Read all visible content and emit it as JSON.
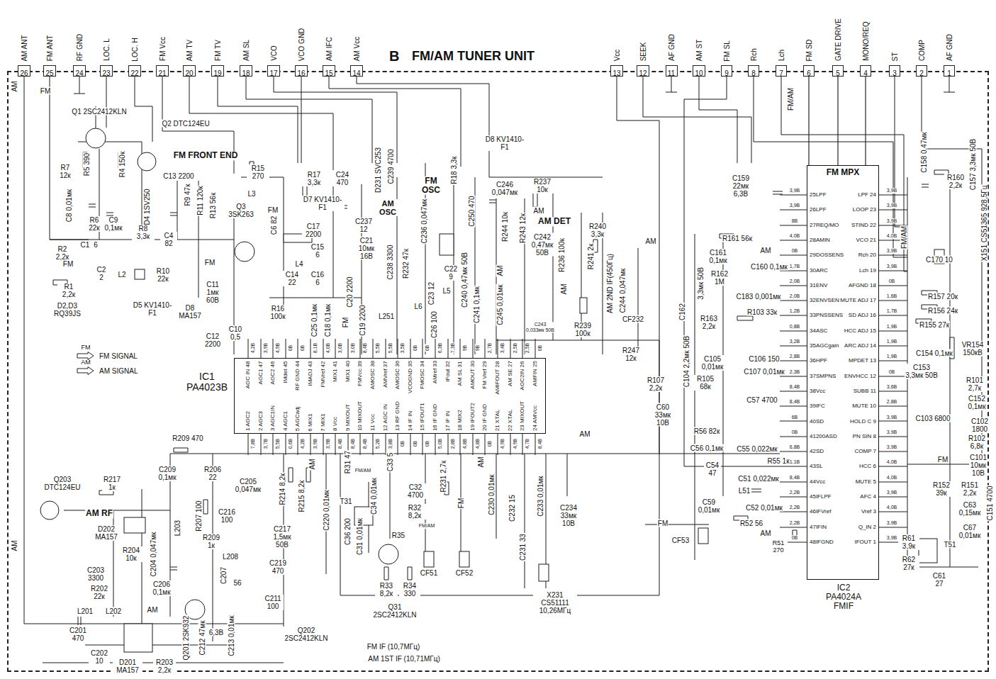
{
  "diagram": {
    "nodes": [
      {
        "text": [
          "B",
          "FM/AM TUNER UNIT"
        ]
      },
      {
        "text": [
          "26",
          "AM ANT"
        ]
      },
      {
        "text": [
          "25",
          "FM ANT"
        ]
      },
      {
        "text": [
          "24",
          "RF GND"
        ]
      },
      {
        "text": [
          "23",
          "LOC. L"
        ]
      },
      {
        "text": [
          "22",
          "LOC. H"
        ]
      },
      {
        "text": [
          "21",
          "FM Vcc"
        ]
      },
      {
        "text": [
          "20",
          "AM TV"
        ]
      },
      {
        "text": [
          "19",
          "FM TV"
        ]
      },
      {
        "text": [
          "18",
          "AM SL"
        ]
      },
      {
        "text": [
          "17",
          "VCO"
        ]
      },
      {
        "text": [
          "16",
          "VCO GND"
        ]
      },
      {
        "text": [
          "15",
          "AM IFC"
        ]
      },
      {
        "text": [
          "14",
          "AM Vcc"
        ]
      },
      {
        "text": [
          "13",
          "Vcc"
        ]
      },
      {
        "text": [
          "12",
          "SEEK"
        ]
      },
      {
        "text": [
          "11",
          "AF GND"
        ]
      },
      {
        "text": [
          "10",
          "AM ST"
        ]
      },
      {
        "text": [
          "9",
          "FM SL"
        ]
      },
      {
        "text": [
          "8",
          "Rch"
        ]
      },
      {
        "text": [
          "7",
          "Lch"
        ]
      },
      {
        "text": [
          "6",
          "FM SD"
        ]
      },
      {
        "text": [
          "5",
          "GATE DRIVE"
        ]
      },
      {
        "text": [
          "4",
          "MONO/REQ"
        ]
      },
      {
        "text": [
          "3",
          "ST"
        ]
      },
      {
        "text": [
          "2",
          "COMP"
        ]
      },
      {
        "text": [
          "1",
          "AF GND"
        ]
      },
      {
        "text": [
          "IC1 PA4023B"
        ],
        "in": 0
      },
      {
        "text": [
          "FM MPX",
          "IC2 PA4024A FMIF"
        ],
        "in": 0
      }
    ],
    "edges": [
      {
        "from": 21,
        "to": 28,
        "arrow": "none"
      },
      {
        "from": 22,
        "to": 28,
        "arrow": "none"
      },
      {
        "from": 23,
        "to": 28,
        "arrow": "none"
      }
    ],
    "labels": [
      "AGC IN 48",
      "AGC1 47",
      "AGC2 46",
      "IMdet 45",
      "RF GND 44",
      "IMADJ 43",
      "FMVref 42",
      "MIX1 41",
      "MIX1 40",
      "FMVcc 39",
      "AMOSC 38",
      "AMVref 37",
      "AMOSC 36",
      "VCOGND 35",
      "FMOSC 34",
      "AMref 33",
      "IFout 32",
      "AM SL 31",
      "AMOUT 30",
      "FM Vref 29",
      "AMIFOUT 28",
      "AM SE 27",
      "AGC2IN 26",
      "AMFIN 25",
      "1 AGC2",
      "2 AGC3",
      "3 AGC1IN",
      "4 AGC1",
      "5 AGCadj",
      "6 MIX1",
      "7 MIX1",
      "8 Vcc",
      "9 MIXOUT",
      "10 MIXOUT",
      "11 Vcc",
      "12 AGC IN",
      "13 RF GND",
      "14 IF IN",
      "15 IFOUT1",
      "16 IF GND",
      "17 IF IN",
      "18 MIX2",
      "19 IFOUT2",
      "20 IF GND",
      "21 XTAL",
      "22 XTAL",
      "23 MIXOUT",
      "24 AMVcc",
      "4,2В",
      "3,9В",
      "4,9В",
      "0В",
      "0В",
      "8,1В",
      "4,0В",
      "3,0В",
      "3,0В",
      "8,4В",
      "5,5В",
      "5,5В",
      "3,5В",
      "0В",
      "0В",
      "6,3В",
      "7,3В",
      "9В",
      "9В",
      "2,7В",
      "3,4В",
      "2,5В",
      "2,5В",
      "0В",
      "7,8В",
      "3,7В",
      "5,5В",
      "0,6В",
      "4,2В",
      "3,9В",
      "3,9В",
      "8,4В",
      "8,4В",
      "8,4В",
      "5,2В",
      "3,8В",
      "0В",
      "0В",
      "0В",
      "5,0В",
      "2,8В",
      "4,8В",
      "4,8В",
      "0В",
      "4,9В",
      "4,9В",
      "4,7В",
      "8,4В",
      "25LPF",
      "26LPF",
      "27REQ/MO",
      "28AMIN",
      "29DOSSENS",
      "30ARC",
      "31ENV",
      "32ENVSENS",
      "33PNSSENS",
      "34ASC",
      "35AGCgain",
      "36HPF",
      "37SMPNS",
      "38Vcc",
      "39IFC",
      "40SD",
      "41200ASD",
      "42SD",
      "43SL",
      "44Vcc",
      "45IFLPF",
      "46IFVref",
      "47IFIN",
      "48IFGND",
      "LPF 24",
      "LOOP 23",
      "STIND 22",
      "VCO 21",
      "Rch 20",
      "Lch 19",
      "AFGND 18",
      "MUTE ADJ 17",
      "SD ADJ 16",
      "HCC ADJ 15",
      "ARC ADJ 14",
      "MPDET 13",
      "ENVHCC 12",
      "SUBB 11",
      "MUTE 10",
      "HOLD C 9",
      "PN SIN 8",
      "COMP 7",
      "HCC 6",
      "MUTE 5",
      "AFC 4",
      "Vref 3",
      "Q_IN 2",
      "IFOUT 1",
      "3,9В",
      "3,9В",
      "8В",
      "4,0В",
      "0В",
      "1,7В",
      "2,0В",
      "2,0В",
      "1,2В",
      "0,8В",
      "3,2В",
      "2,8В",
      "2,3В",
      "8,4В",
      "8,4В",
      "6В",
      "0В",
      "6,8В",
      "1,1В",
      "8,4В",
      "2,2В",
      "2,2В",
      "2,2В",
      "0В",
      "3,9В",
      "3,9В",
      "3,9В",
      "4,0В",
      "3,9В",
      "3,9В",
      "0В",
      "1,6В",
      "1,7В",
      "1,9В",
      "1,9В",
      "1,9В",
      "0В",
      "3,6В",
      "2,8В",
      "3,9В",
      "3,9В",
      "3,9В",
      "4,0В",
      "4,0В",
      "3,9В",
      "4,0В",
      "3,9В",
      "3,9В",
      "AM",
      "FM",
      "Q1 2SC2412KLN",
      "Q2 DTC124EU",
      "FM FRONT END",
      "R7 12к",
      "R5 390",
      "R4 150к",
      "R15 270",
      "R17 3,3к",
      "D7 KV1410-F1",
      "C24 470",
      "D231 SVC253",
      "C239 4700",
      "AM OSC",
      "FM OSC",
      "D8 KV1410-F1",
      "R18 3,3к",
      "C250 470",
      "C246 0,047мк",
      "R237 10к",
      "AM",
      "AM DET",
      "R240 3,3к",
      "C8 0,01мк",
      "R6 22к",
      "C9 0,1мк",
      "D4 1SV250",
      "C13 2200",
      "R9 47к",
      "R11 120к",
      "R13 56к",
      "Q3 3SK263",
      "L3",
      "FM",
      "C6 82",
      "C17 2200",
      "C237 12",
      "C21 10мк 16В",
      "C236 0,047мк",
      "C15 6",
      "L4",
      "C14 22",
      "C16 6",
      "C20 2200",
      "R2 2,2к",
      "C1",
      "6",
      "FM",
      "C2 2",
      "L2",
      "R1 2,2к",
      "D2,D3 RQ39JS",
      "D5 KV1410-F1",
      "R8 3,3к",
      "C4 82",
      "R10 22к",
      "FM",
      "D8 MA157",
      "C11 1мк 60В",
      "R16 100к",
      "C12 2200",
      "C10 0,5",
      "C25 0,1мк",
      "C18 0,1мк",
      "FM",
      "C19 2200",
      "C238 3300",
      "R232 47к",
      "L251",
      "L6",
      "L5",
      "C22 9",
      "C23 12",
      "C26 100",
      "C240 0,47мк 50В",
      "C241 0,1мк",
      "R244 10к",
      "AM",
      "R243 12к",
      "C245 0,01мк",
      "C242 0,47мк 50В",
      "R236 100к",
      "AM",
      "R241 2к",
      "AM 2ND IF(450Гц)",
      "C244 0,047мк",
      "CF232",
      "C243 0,033мк 50В",
      "R239 100к",
      "R247 12к",
      "AM",
      "FM",
      "AM",
      "FM/AM",
      "FM/AM",
      "C158 0,47мк",
      "R160 2,2к",
      "C157 3,3мк 50В",
      "X151 CS51365 928,5Гц",
      "C170 10",
      "R157 20к",
      "R156 24к",
      "R155 27к",
      "C154 0,1мк",
      "VR154 150кВ",
      "C153 3,3мк 50В",
      "R101 2,7к",
      "C152 0,1мк",
      "C102 1800",
      "C103 6800",
      "R102 6,8к",
      "C101 10мк 10В",
      "C151 4700",
      "FM",
      "R152 39к",
      "R151 2,2к",
      "C63 0,15мк",
      "C67 0,01мк",
      "R61 3,9к",
      "R62 27к",
      "T51",
      "C61 27",
      "C159 22мк 6,3В",
      "R161 56к",
      "C161 0,1мк",
      "AM",
      "C160 0,1мк",
      "R162 1М",
      "C183 0,001мк",
      "R103 33к",
      "R163 2,2к",
      "C162",
      "3,3мк 50В",
      "C104 2,2мк 50В",
      "C105 0,01мк",
      "C106 150",
      "R105 68к",
      "R107 2,2к",
      "C107 0,01мк",
      "C60 33мк 10В",
      "C57 4700",
      "R56 82к",
      "C56 0,1мк",
      "C55 0,022мк",
      "R55 1к",
      "C54 47",
      "C51 0,022мк",
      "L51",
      "C59 0,01мк",
      "C52 0,01мк",
      "R52 56",
      "AM",
      "R51 270",
      "FM",
      "CF53",
      "R209 470",
      "Q203 DTC124EU",
      "R217 1к",
      "C209 0,1мк",
      "R206 22",
      "C205 0,047мк",
      "R214 8,2к",
      "R215 8,2к",
      "AM",
      "C220 0,01мк",
      "AM RF",
      "D202 MA157",
      "R207 100",
      "C216 100",
      "R209 1к",
      "L203",
      "C217 1,5мк 50В",
      "C204 0,047мк",
      "R204 10к",
      "C203 3300",
      "R202 22к",
      "C206 0,1мк",
      "L208",
      "C207",
      "56",
      "C219 470",
      "L201",
      "L202",
      "AM",
      "C211 100",
      "Q202 2SC2412KLN",
      "C201 470",
      "C202 10",
      "Q201 2SK932",
      "C212 47мк",
      "6,3В",
      "C213 0,01мк",
      "D201 MA157",
      "R203 2,2к",
      "AM",
      "R31 47",
      "FM/AM",
      "T31",
      "C33 5",
      "C34 0,01мк",
      "C32 4700",
      "R32 8,2к",
      "FM/AM",
      "C36 200",
      "C31 0,01мк",
      "R35",
      "CF51",
      "CF52",
      "R33 8,2к",
      "R34 330",
      "Q31 2SC2412KLN",
      "FM IF (10,7МГц)",
      "AM 1ST IF (10,71МГц)",
      "R231 2,7к",
      "FM",
      "AM",
      "C230 0,01мк",
      "C232 15",
      "C231 33",
      "C233 0,01мк",
      "C234 33мк 10В",
      "X231 CS51111 10,26МГц",
      "AM"
    ],
    "legend": [
      {
        "text": "FM SIGNAL"
      },
      {
        "text": "AM SIGNAL"
      }
    ]
  }
}
